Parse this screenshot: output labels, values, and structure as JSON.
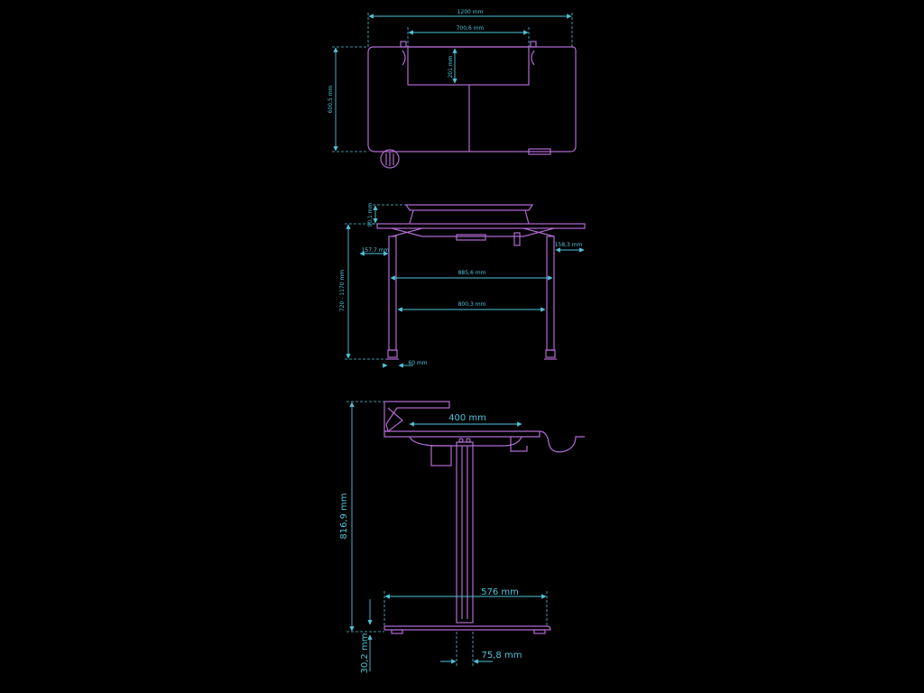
{
  "top_view": {
    "width_total": "1200 mm",
    "tray_width": "700,6 mm",
    "tray_depth": "201 mm",
    "depth_total": "600,5 mm"
  },
  "front_view": {
    "tray_height": "90,1 mm",
    "left_overhang": "157,7 mm",
    "right_overhang": "158,3 mm",
    "leg_outer_span": "885,6 mm",
    "leg_inner_span": "800,3 mm",
    "height_range": "720 - 1170 mm",
    "foot_width": "60 mm"
  },
  "side_view": {
    "tray_slide": "400 mm",
    "base_height": "816,9 mm",
    "foot_length": "576 mm",
    "foot_height": "30,2 mm",
    "leg_width": "75,8 mm"
  },
  "colors": {
    "background": "#000000",
    "outline": "#b06ad0",
    "dimension": "#4fc3d8"
  }
}
